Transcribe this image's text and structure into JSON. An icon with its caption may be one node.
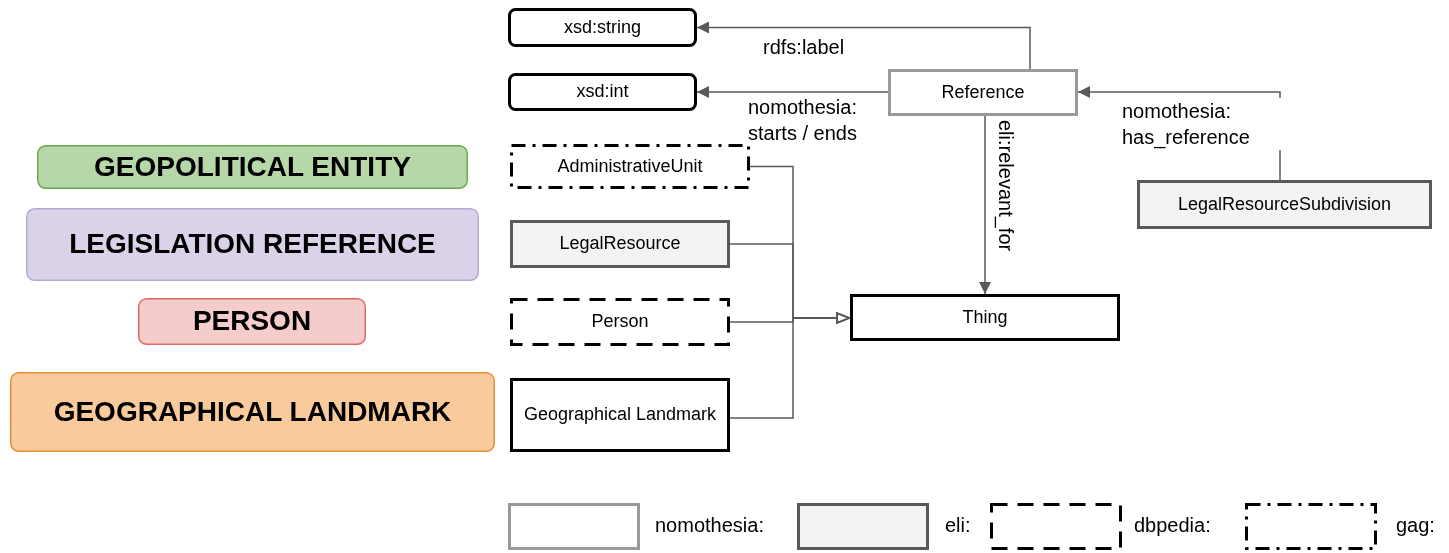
{
  "diagram": {
    "nodes": [
      {
        "text": [
          "GEOPOLITICAL ENTITY"
        ]
      },
      {
        "text": [
          "LEGISLATION REFERENCE"
        ]
      },
      {
        "text": [
          "PERSON"
        ]
      },
      {
        "text": [
          "GEOGRAPHICAL LANDMARK"
        ]
      },
      {
        "text": [
          "xsd:string"
        ]
      },
      {
        "text": [
          "xsd:int"
        ]
      },
      {
        "text": [
          "Reference"
        ]
      },
      {
        "text": [
          "AdministrativeUnit"
        ]
      },
      {
        "text": [
          "LegalResource"
        ]
      },
      {
        "text": [
          "LegalResourceSubdivision"
        ]
      },
      {
        "text": [
          "Person"
        ]
      },
      {
        "text": [
          "Thing"
        ]
      },
      {
        "text": [
          "Geographical Landmark"
        ]
      }
    ],
    "edges": [
      {
        "from": 6,
        "to": 4,
        "arrow": "to",
        "label": "rdfs:label"
      },
      {
        "from": 6,
        "to": 5,
        "arrow": "to",
        "label": "nomothesia: starts / ends"
      },
      {
        "from": 9,
        "to": 6,
        "arrow": "to",
        "label": "nomothesia: has_reference"
      },
      {
        "from": 6,
        "to": 11,
        "arrow": "to",
        "label": "eli:relevant_for"
      },
      {
        "from": 7,
        "to": 11,
        "arrow": "to"
      },
      {
        "from": 8,
        "to": 11,
        "arrow": "to"
      },
      {
        "from": 10,
        "to": 11,
        "arrow": "to"
      },
      {
        "from": 12,
        "to": 11,
        "arrow": "to"
      }
    ],
    "legend": [
      {
        "text": "nomothesia:"
      },
      {
        "text": "eli:"
      },
      {
        "text": "dbpedia:"
      },
      {
        "text": "gag:"
      }
    ]
  }
}
